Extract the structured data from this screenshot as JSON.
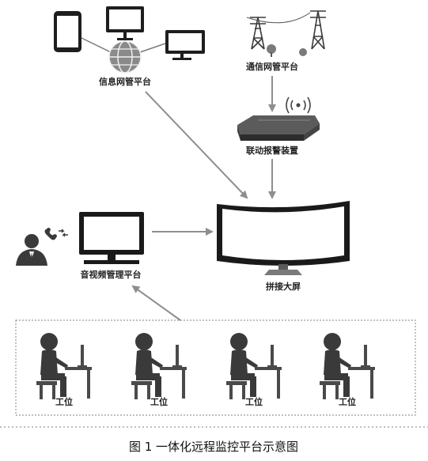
{
  "nodes": {
    "info_platform": "信息网管平台",
    "comm_platform": "通信网管平台",
    "alarm_device": "联动报警装置",
    "big_screen": "拼接大屏",
    "av_platform": "音视频管理平台"
  },
  "workstations": [
    "工位",
    "工位",
    "工位",
    "工位"
  ],
  "caption": "图 1 一体化远程监控平台示意图",
  "colors": {
    "arrow": "#8e8e8e",
    "person": "#3a3a3a",
    "border": "#9a9a9a"
  }
}
